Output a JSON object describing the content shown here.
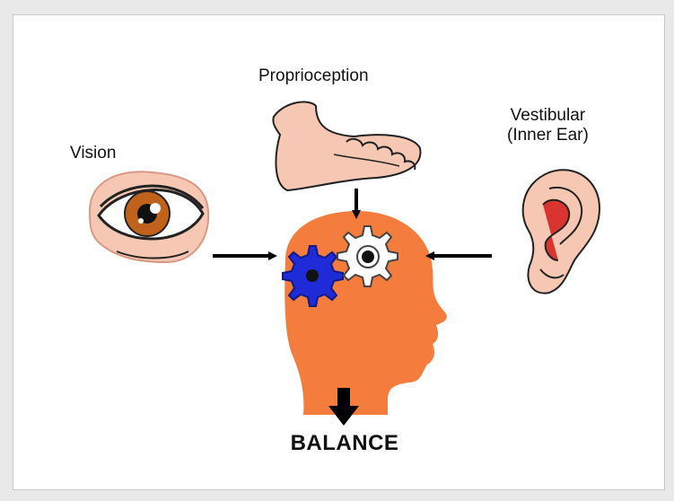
{
  "labels": {
    "vision": "Vision",
    "proprioception": "Proprioception",
    "vestibular_line1": "Vestibular",
    "vestibular_line2": "(Inner Ear)",
    "balance": "BALANCE"
  },
  "colors": {
    "head": "#f47c3c",
    "skin": "#f6c7b3",
    "skin_outline": "#222222",
    "ear_inner": "#d9342f",
    "iris": "#c0621b",
    "gear_blue": "#1e2bd6",
    "gear_white": "#ffffff",
    "arrow": "#000000"
  },
  "icons": [
    "eye-icon",
    "foot-icon",
    "ear-icon",
    "head-icon",
    "blue-gear-icon",
    "white-gear-icon"
  ]
}
